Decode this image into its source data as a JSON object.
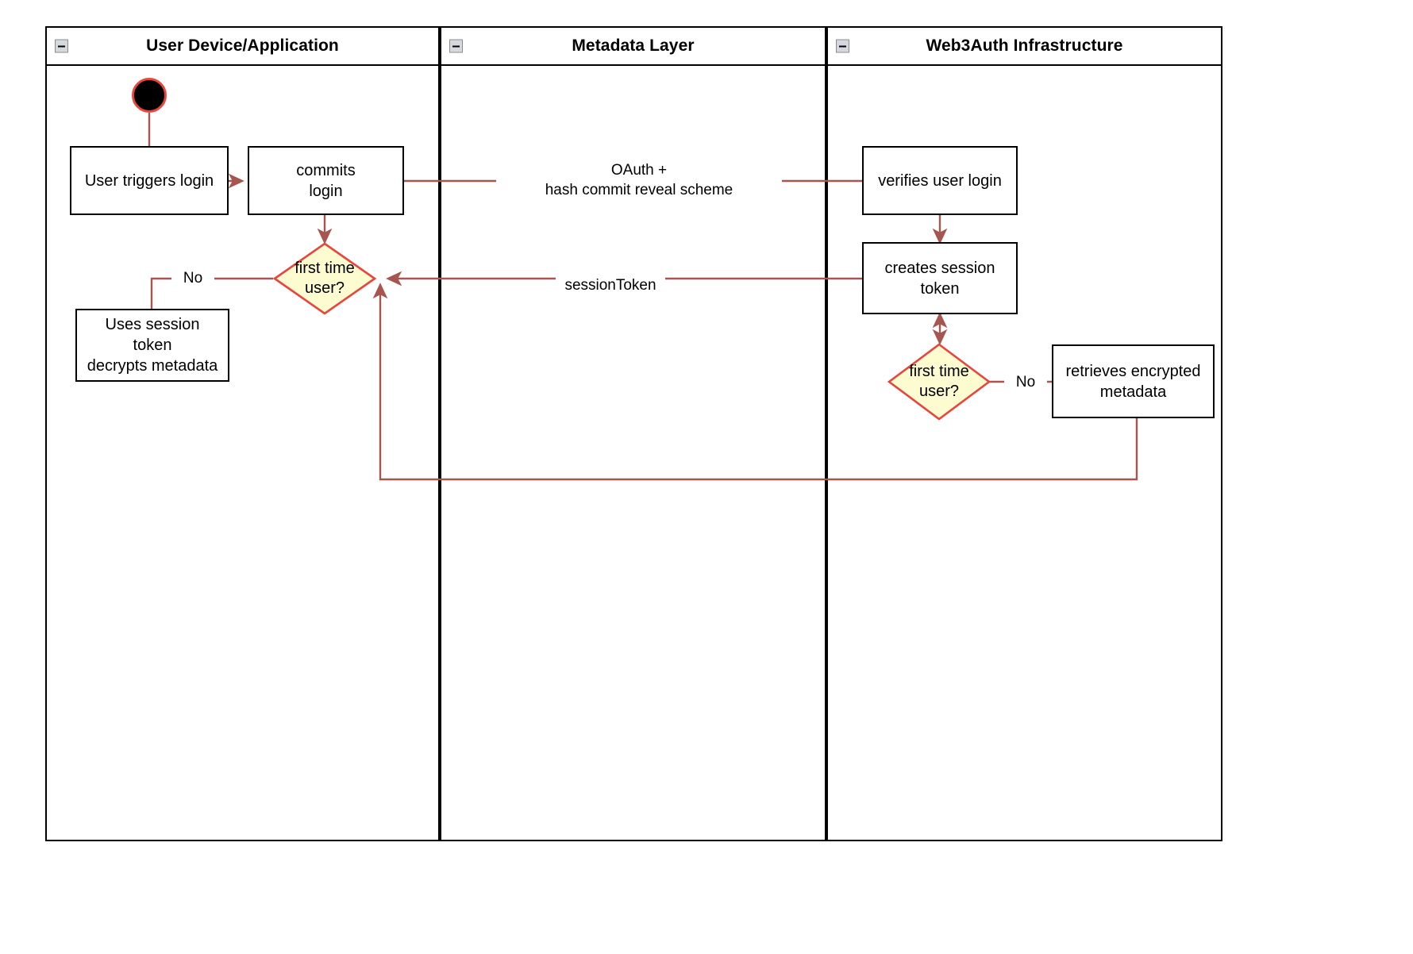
{
  "diagram": {
    "title": "Web3Auth login activity diagram",
    "colors": {
      "edge": "#a6554f",
      "decision_fill": "#fdfbd0",
      "decision_stroke": "#e8453c",
      "node_stroke": "#000000",
      "lane_stroke": "#000000",
      "start_stroke": "#e8453c",
      "start_fill": "#000000"
    }
  },
  "lanes": [
    {
      "id": "user-device",
      "title": "User Device/Application",
      "collapse_icon": "minus-icon"
    },
    {
      "id": "metadata-layer",
      "title": "Metadata Layer",
      "collapse_icon": "minus-icon"
    },
    {
      "id": "web3auth",
      "title": "Web3Auth Infrastructure",
      "collapse_icon": "minus-icon"
    }
  ],
  "nodes": {
    "start": {
      "kind": "start",
      "label": ""
    },
    "user_triggers_login": {
      "kind": "action",
      "label": "User triggers login"
    },
    "commits_login": {
      "kind": "action",
      "lines": [
        "commits",
        "login"
      ]
    },
    "decision_user": {
      "kind": "decision",
      "lines": [
        "first time",
        "user?"
      ]
    },
    "uses_session_token": {
      "kind": "action",
      "lines": [
        "Uses session",
        "token",
        "decrypts metadata"
      ]
    },
    "verifies_user_login": {
      "kind": "action",
      "label": "verifies user login"
    },
    "creates_session_token": {
      "kind": "action",
      "lines": [
        "creates session",
        "token"
      ]
    },
    "decision_web3auth": {
      "kind": "decision",
      "lines": [
        "first time",
        "user?"
      ]
    },
    "retrieves_encrypted_metadata": {
      "kind": "action",
      "lines": [
        "retrieves encrypted",
        "metadata"
      ]
    }
  },
  "edge_labels": {
    "oauth": "OAuth +\nhash commit reveal scheme",
    "session_token": "sessionToken",
    "no_left": "No",
    "no_right": "No"
  }
}
